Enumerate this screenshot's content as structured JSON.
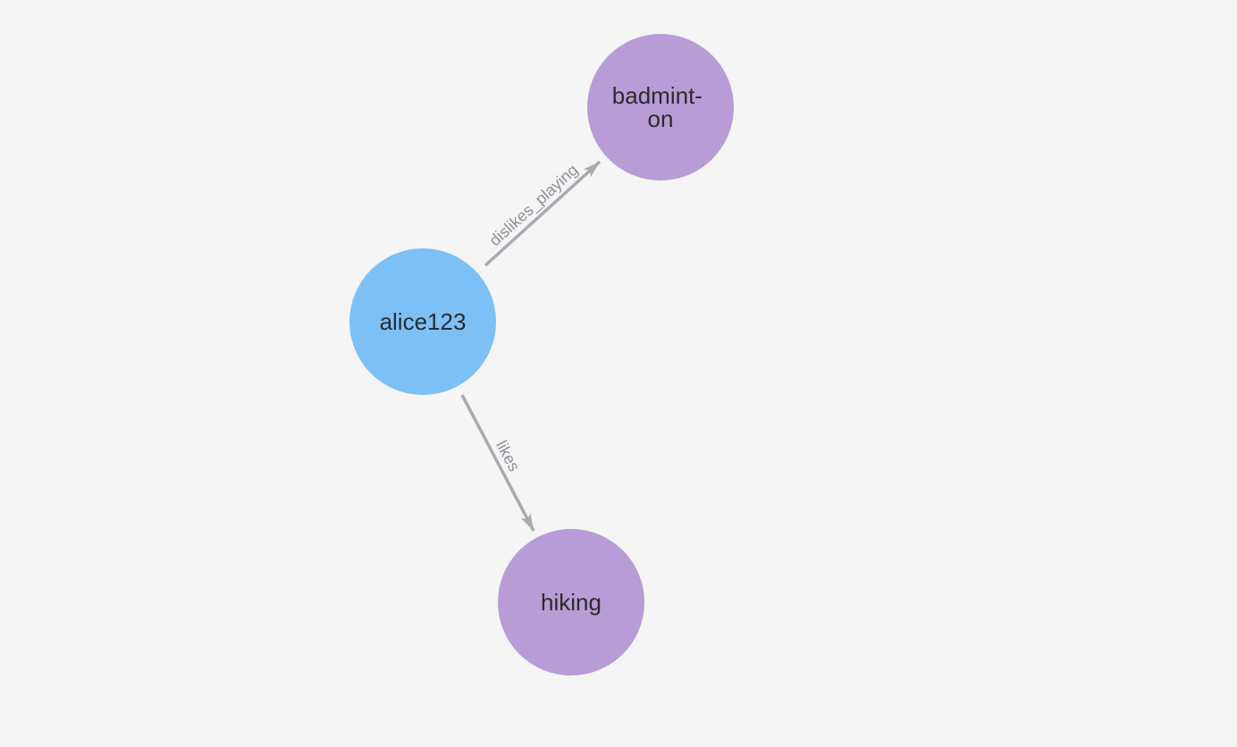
{
  "canvas": {
    "background_color": "#f4f5f4"
  },
  "graph": {
    "nodes": [
      {
        "id": "alice123",
        "label": "alice123",
        "color": "#7cc0f6",
        "label_color": "#2b2b2b"
      },
      {
        "id": "badminton",
        "label": "badminton",
        "label_lines": [
          "badmint-",
          "on"
        ],
        "color": "#b79cd6",
        "label_color": "#2b2b2b"
      },
      {
        "id": "hiking",
        "label": "hiking",
        "color": "#b79cd6",
        "label_color": "#2b2b2b"
      }
    ],
    "edges": [
      {
        "from": "alice123",
        "to": "badminton",
        "label": "dislikes_playing",
        "color": "#a7aab1",
        "label_color": "#8d9096"
      },
      {
        "from": "alice123",
        "to": "hiking",
        "label": "likes",
        "color": "#a7aab1",
        "label_color": "#8d9096"
      }
    ],
    "arrow_color": "#a7aab1"
  }
}
